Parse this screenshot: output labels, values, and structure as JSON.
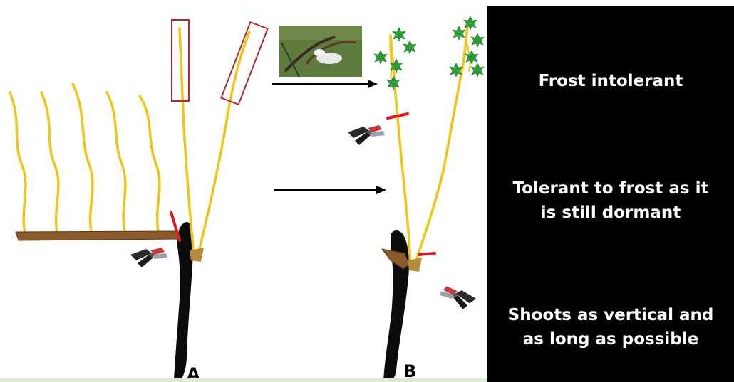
{
  "labels": {
    "a": "A",
    "b": "B"
  },
  "notes": {
    "frost_intolerant": "Frost intolerant",
    "dormant": "Tolerant to frost as it is still dormant",
    "shoots": "Shoots as vertical and as long as possible"
  },
  "colors": {
    "shoot": "#f0c419",
    "cordon": "#8b5a2b",
    "trunk": "#0b0b0b",
    "cut_mark": "#e01b1b",
    "highlight_box": "#b0282e",
    "leaf": "#2e9e3a",
    "panel_bg": "#000000",
    "panel_text": "#ffffff"
  },
  "icons": [
    "pruning-shears-icon",
    "leaf-icon",
    "frost-photo"
  ]
}
